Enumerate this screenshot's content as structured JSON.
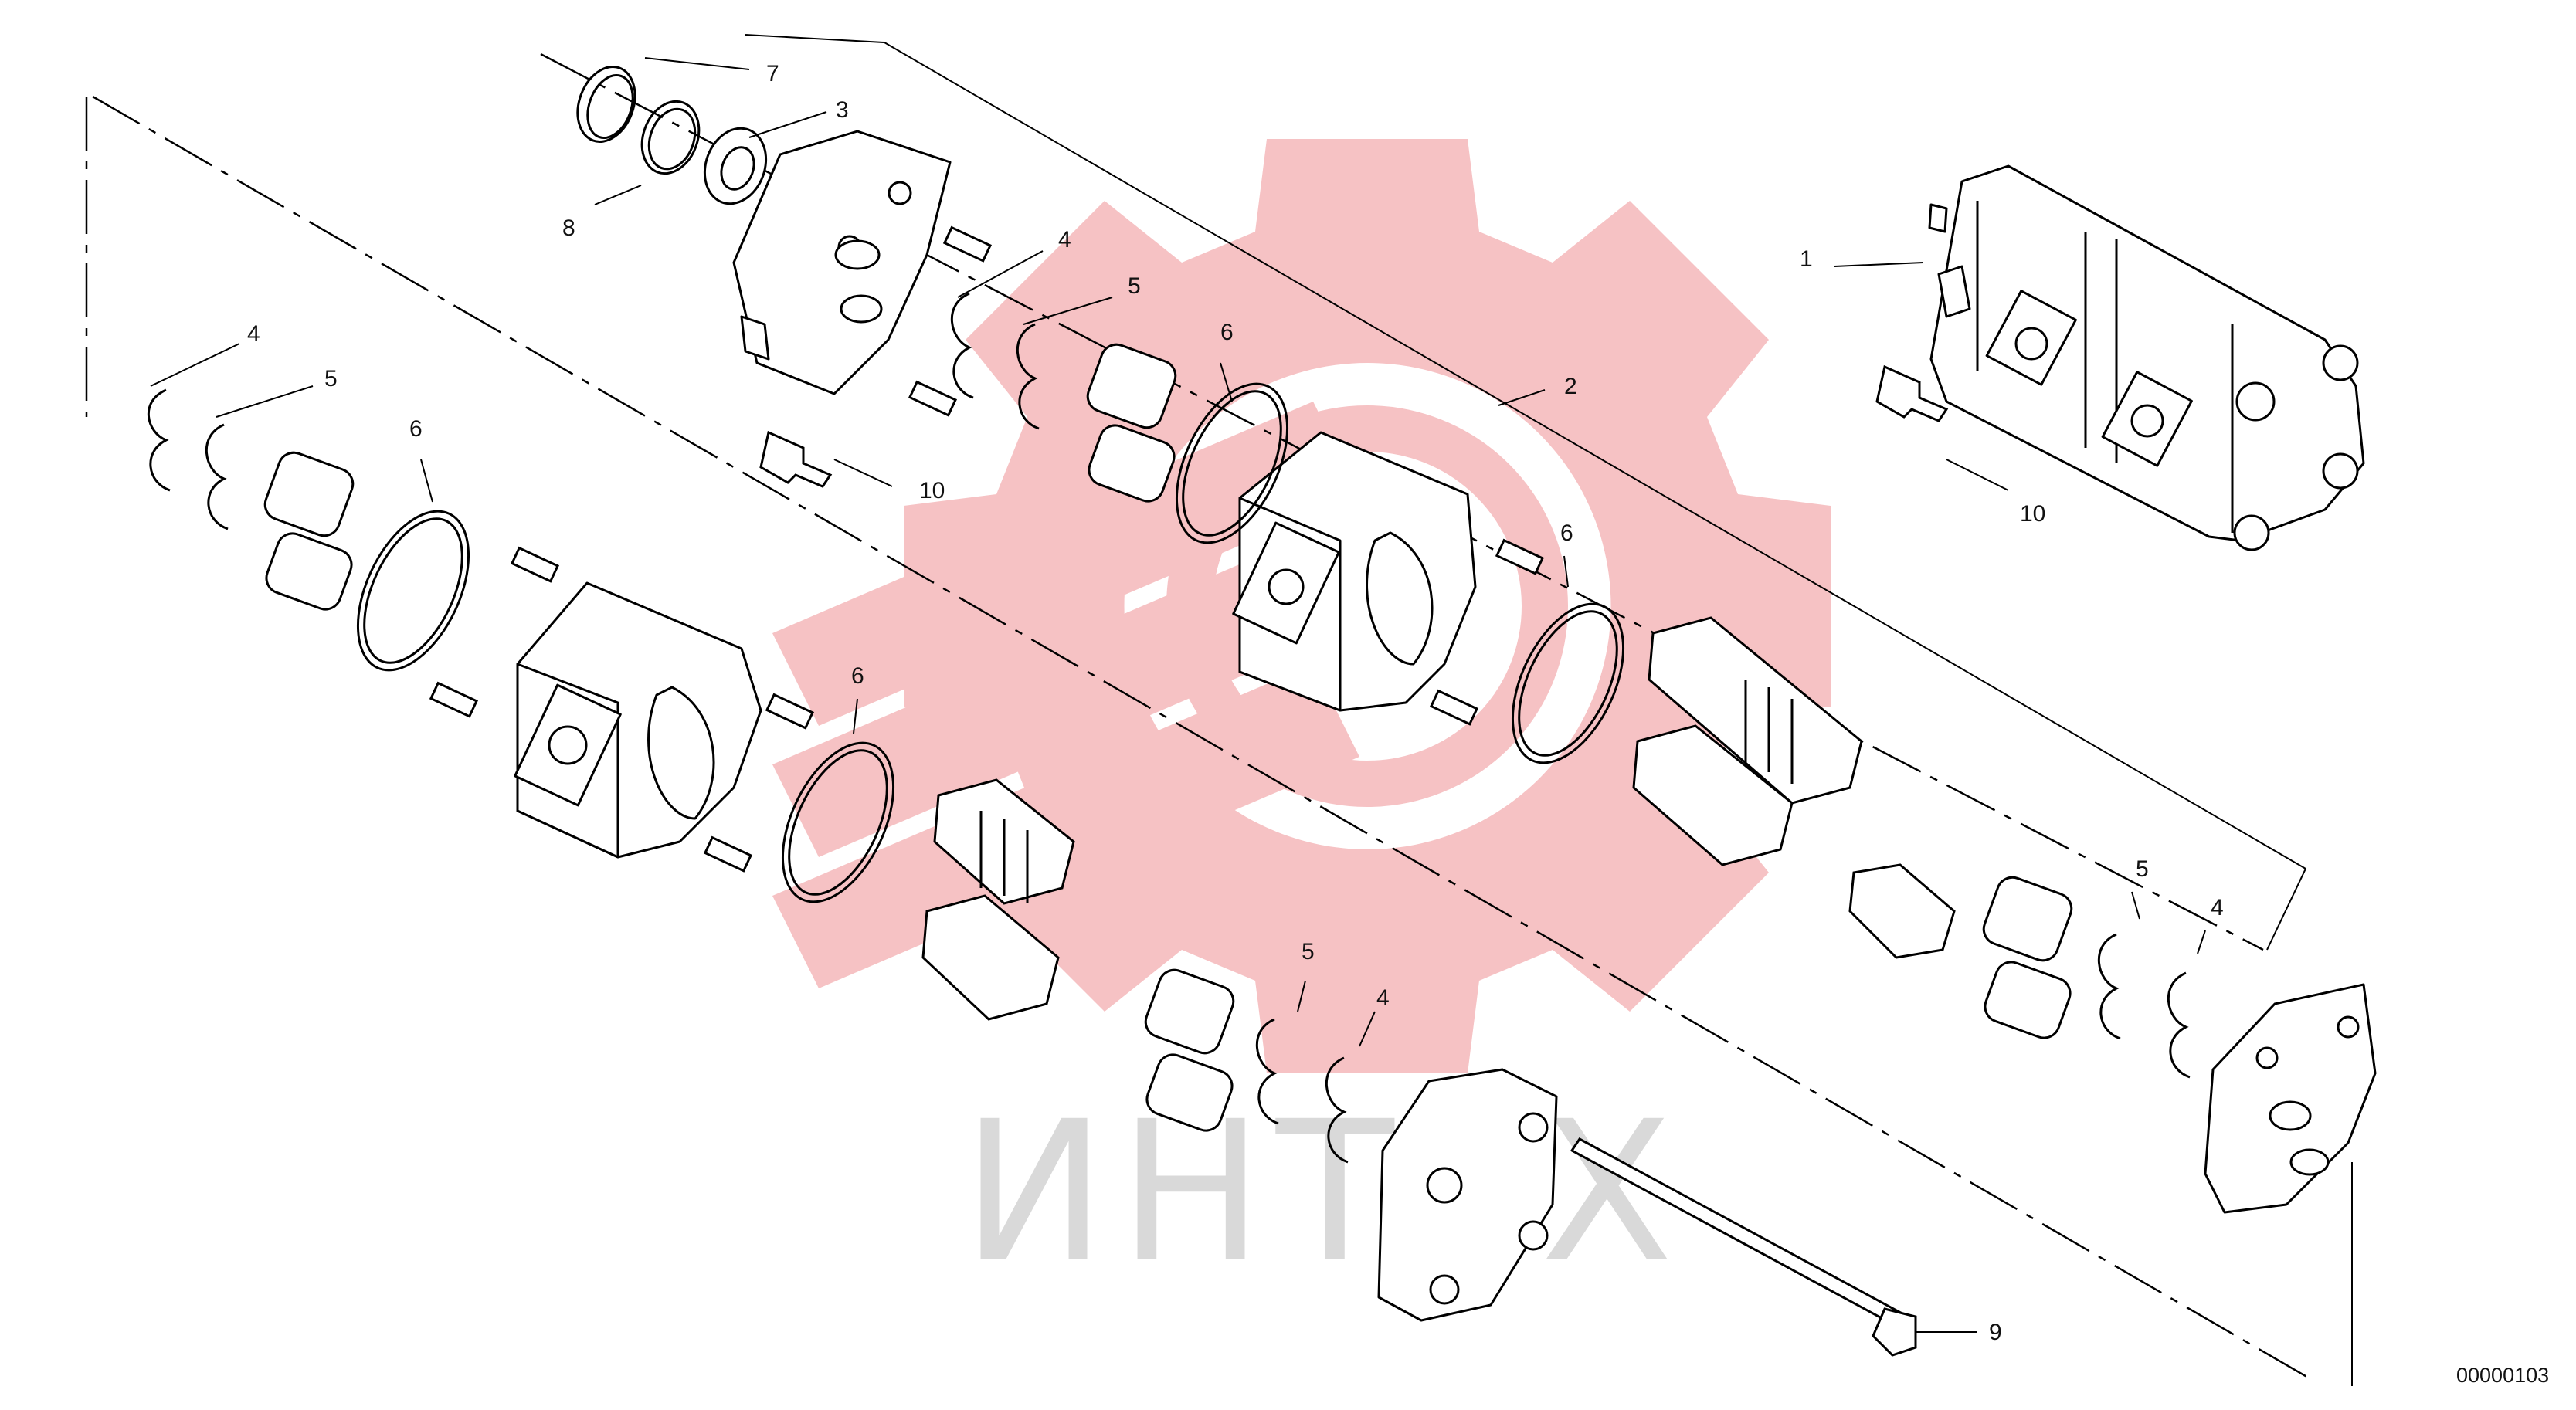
{
  "watermark": {
    "text": "ИНТЕХ",
    "gear_color": "#f6c2c4",
    "text_color": "#d9d9d9"
  },
  "document_id": "00000103",
  "callouts": [
    "1",
    "2",
    "3",
    "4",
    "4",
    "4",
    "4",
    "5",
    "5",
    "5",
    "5",
    "6",
    "6",
    "6",
    "6",
    "7",
    "8",
    "9",
    "10",
    "10"
  ]
}
